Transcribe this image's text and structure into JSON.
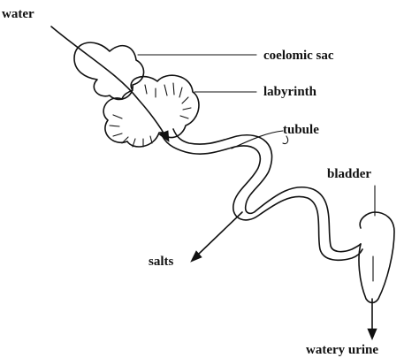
{
  "labels": {
    "water": "water",
    "coelomic_sac": "coelomic sac",
    "labyrinth": "labyrinth",
    "tubule": "tubule",
    "bladder": "bladder",
    "salts": "salts",
    "watery_urine": "watery urine"
  },
  "colors": {
    "ink": "#111111",
    "background": "#ffffff"
  }
}
